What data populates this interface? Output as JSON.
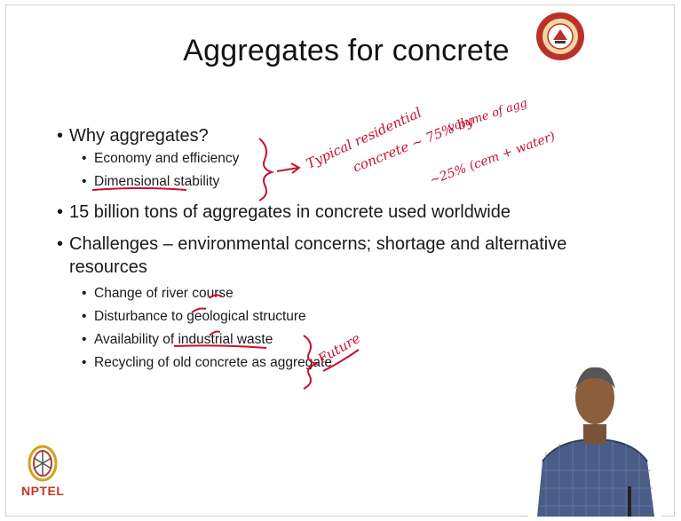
{
  "slide": {
    "title": "Aggregates for concrete",
    "bullets": {
      "why": "Why aggregates?",
      "economy": "Economy and efficiency",
      "dimensional": "Dimensional stability",
      "billion": "15 billion tons of aggregates in concrete used worldwide",
      "challenges_1": "Challenges – environmental concerns; shortage and alternative",
      "challenges_2": "resources",
      "river": "Change of river course",
      "disturbance": "Disturbance to geological structure",
      "availability": "Availability of industrial waste",
      "recycling": "Recycling of old concrete as aggregate"
    },
    "annotations": {
      "arrow_label_1": "Typical residential",
      "arrow_label_2": "concrete ~ 75% by",
      "arrow_label_3": "volume of agg",
      "arrow_label_4": "~25% (cem + water)",
      "future": "Future"
    },
    "logo_text": "NPTEL"
  },
  "colors": {
    "ink": "#c8102e",
    "text": "#1a1a1a",
    "logo_red": "#c0392b"
  }
}
